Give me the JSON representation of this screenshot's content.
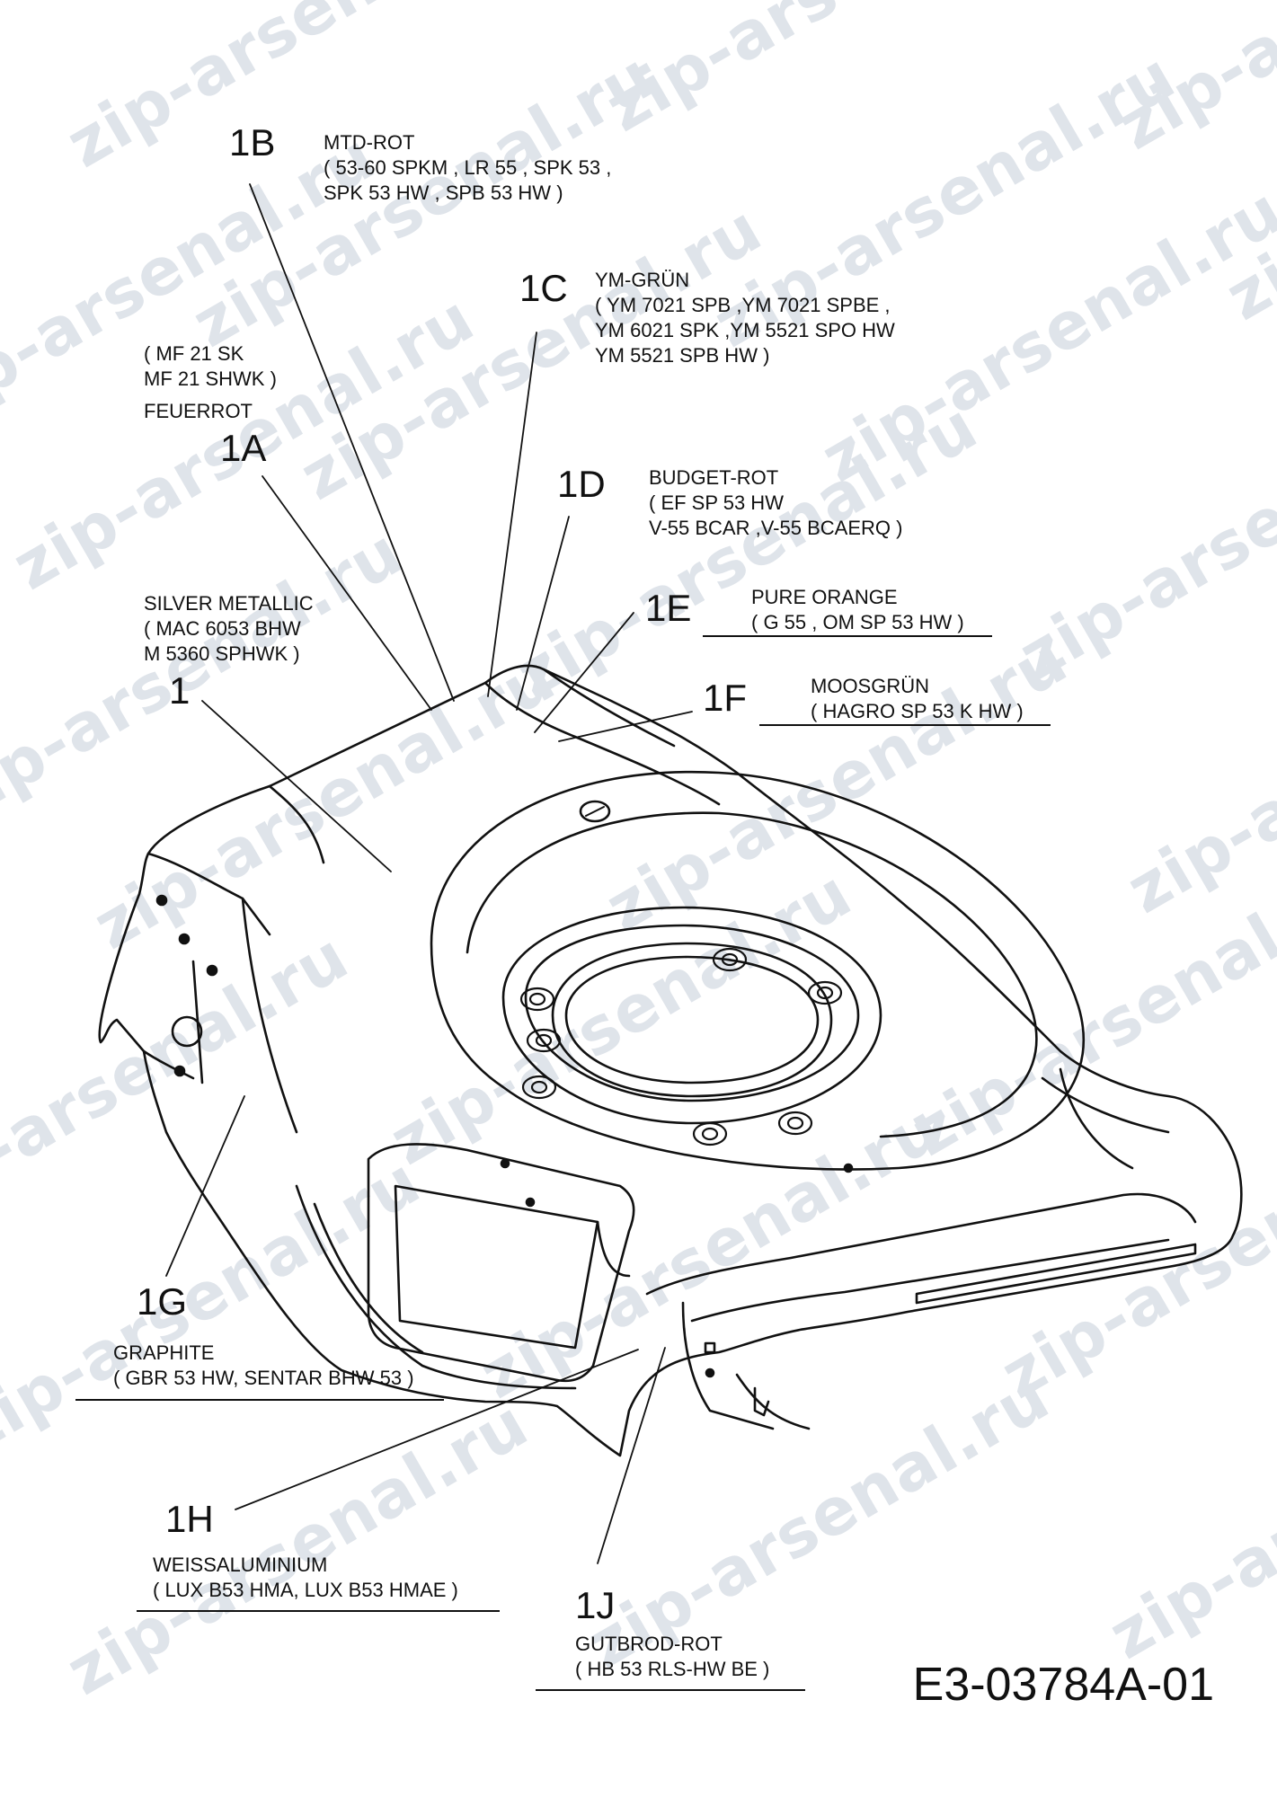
{
  "watermark": "zip-arsenal.ru",
  "document_id": "E3-03784A-01",
  "callouts": [
    {
      "id": "1B",
      "lines": [
        "MTD-ROT",
        "( 53-60 SPKM , LR 55 ,  SPK 53 ,",
        "SPK 53 HW , SPB 53 HW )"
      ]
    },
    {
      "id": "1C",
      "lines": [
        "YM-GRÜN",
        "( YM 7021 SPB ,YM 7021 SPBE ,",
        "YM 6021 SPK ,YM 5521 SPO HW",
        "YM 5521 SPB HW )"
      ]
    },
    {
      "id": "1A",
      "lines": [
        "( MF 21 SK",
        "MF 21 SHWK )",
        "FEUERROT"
      ]
    },
    {
      "id": "1D",
      "lines": [
        "BUDGET-ROT",
        "( EF SP 53 HW",
        "V-55 BCAR ,V-55 BCAERQ )"
      ]
    },
    {
      "id": "1",
      "lines": [
        "SILVER METALLIC",
        "( MAC 6053 BHW",
        "M 5360 SPHWK )"
      ]
    },
    {
      "id": "1E",
      "lines": [
        "PURE ORANGE",
        "( G 55 ,  OM SP 53 HW )"
      ]
    },
    {
      "id": "1F",
      "lines": [
        "MOOSGRÜN",
        "( HAGRO SP 53 K HW )"
      ]
    },
    {
      "id": "1G",
      "lines": [
        "GRAPHITE",
        "( GBR 53 HW, SENTAR BHW 53 )"
      ]
    },
    {
      "id": "1H",
      "lines": [
        "WEISSALUMINIUM",
        "( LUX B53 HMA, LUX B53 HMAE )"
      ]
    },
    {
      "id": "1J",
      "lines": [
        "GUTBROD-ROT",
        "( HB 53 RLS-HW BE )"
      ]
    }
  ]
}
